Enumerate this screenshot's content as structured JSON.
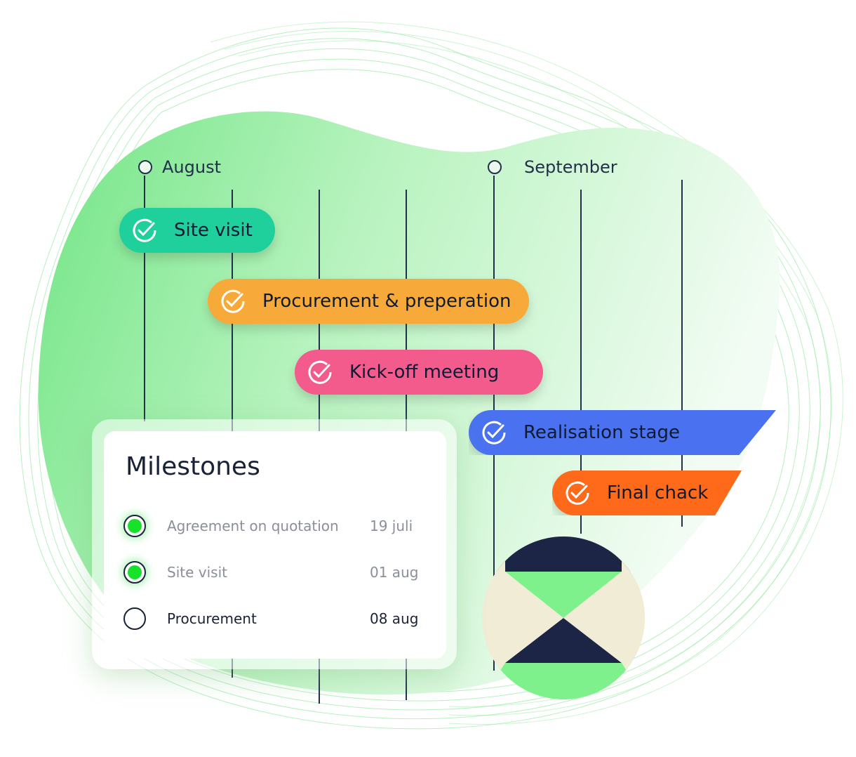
{
  "timeline": {
    "months": [
      "August",
      "September"
    ]
  },
  "phases": [
    {
      "label": "Site visit",
      "color": "#1fd09d"
    },
    {
      "label": "Procurement & preperation",
      "color": "#f7aa3a"
    },
    {
      "label": "Kick-off meeting",
      "color": "#f25b8c"
    },
    {
      "label": "Realisation stage",
      "color": "#4a72f0"
    },
    {
      "label": "Final chack",
      "color": "#ff6a1a"
    }
  ],
  "milestones": {
    "title": "Milestones",
    "items": [
      {
        "name": "Agreement on quotation",
        "date": "19 juli",
        "done": true
      },
      {
        "name": "Site visit",
        "date": "01 aug",
        "done": true
      },
      {
        "name": "Procurement",
        "date": "08 aug",
        "done": false
      }
    ]
  },
  "colors": {
    "background_green": "#8ee99a",
    "grid_line": "#22304a",
    "done_dot": "#18e12c",
    "logo_navy": "#1c2546",
    "logo_green": "#7ef08c",
    "logo_cream": "#f6f1e1"
  }
}
